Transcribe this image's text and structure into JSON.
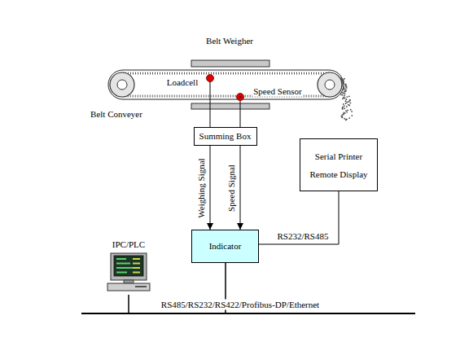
{
  "diagram": {
    "nodes": [
      {
        "text": [
          "Summing Box"
        ]
      },
      {
        "text": [
          "Serial Printer Remote Display"
        ]
      },
      {
        "text": [
          "Indicator"
        ]
      },
      {
        "text": [
          "IPC/PLC"
        ]
      }
    ],
    "edges": [
      {
        "from": 0,
        "to": 2,
        "arrow": "to",
        "label": "Weighing Signal"
      },
      {
        "from": 0,
        "to": 2,
        "arrow": "to",
        "label": "Speed Signal"
      },
      {
        "from": 2,
        "to": 1,
        "arrow": "none",
        "label": "RS232/RS485"
      },
      {
        "from": 2,
        "to": 3,
        "arrow": "none",
        "label": "RS485/RS232/RS422/Profibus-DP/Ethernet"
      }
    ],
    "labels": [
      "Belt Weigher",
      "Loadcell",
      "Speed Sensor",
      "Belt Conveyer"
    ]
  }
}
